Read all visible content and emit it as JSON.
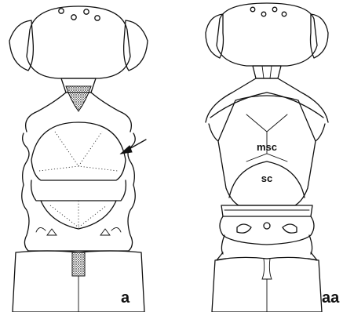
{
  "figure": {
    "panels": [
      {
        "id": "a",
        "label": "a"
      },
      {
        "id": "aa",
        "label": "aa",
        "parts": {
          "mesoscutum": "msc",
          "scutellum": "sc"
        }
      }
    ]
  }
}
